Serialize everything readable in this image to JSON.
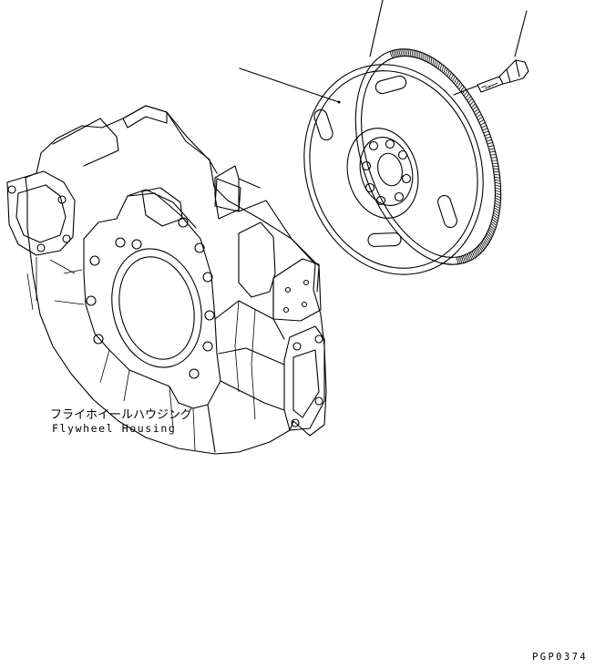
{
  "diagram": {
    "housing_label_jp": "フライホイールハウジング",
    "housing_label_en": "Flywheel Housing",
    "page_code": "PGP0374"
  },
  "colors": {
    "line": "#000000",
    "background": "#ffffff"
  }
}
